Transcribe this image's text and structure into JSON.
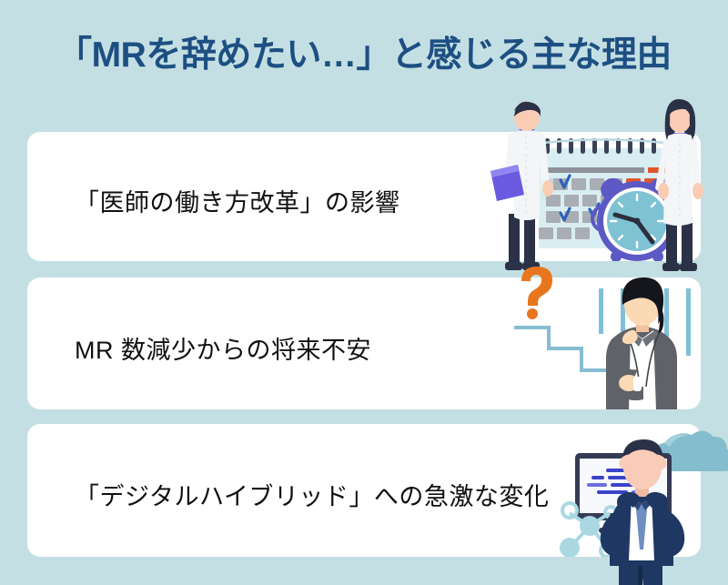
{
  "background_color": "#c4dfe3",
  "header": {
    "title": "「MRを辞めたい…」と感じる主な理由",
    "title_color": "#1d4f82"
  },
  "cards": [
    {
      "id": "card-1",
      "label": "「医師の働き方改革」の影響",
      "illustration": "doctors-calendar-clock-illustration",
      "illustration_parts": [
        "male-doctor-icon",
        "female-doctor-icon",
        "calendar-icon",
        "alarm-clock-icon",
        "clipboard-icon"
      ],
      "background_color": "#ffffff",
      "text_color": "#111111"
    },
    {
      "id": "card-2",
      "label": "MR 数減少からの将来不安",
      "illustration": "thinking-woman-declining-stairs-illustration",
      "illustration_parts": [
        "question-mark-icon",
        "descending-stairs-icon",
        "thinking-woman-icon",
        "vertical-bars-icon"
      ],
      "background_color": "#ffffff",
      "text_color": "#111111"
    },
    {
      "id": "card-3",
      "label": "「デジタルハイブリッド」への急激な変化",
      "illustration": "stressed-businessman-digital-illustration",
      "illustration_parts": [
        "monitor-icon",
        "cloud-icon",
        "network-nodes-icon",
        "stressed-businessman-icon"
      ],
      "background_color": "#ffffff",
      "text_color": "#111111"
    }
  ],
  "palette": {
    "background": "#c4dfe3",
    "card": "#ffffff",
    "title_navy": "#1d4f82",
    "accent_orange": "#e8761e",
    "accent_teal": "#7fbfcf",
    "suit_navy": "#1e3763",
    "periwinkle": "#6d6ae0",
    "gray_suit": "#5f6368",
    "skin": "#f7ccb2"
  }
}
